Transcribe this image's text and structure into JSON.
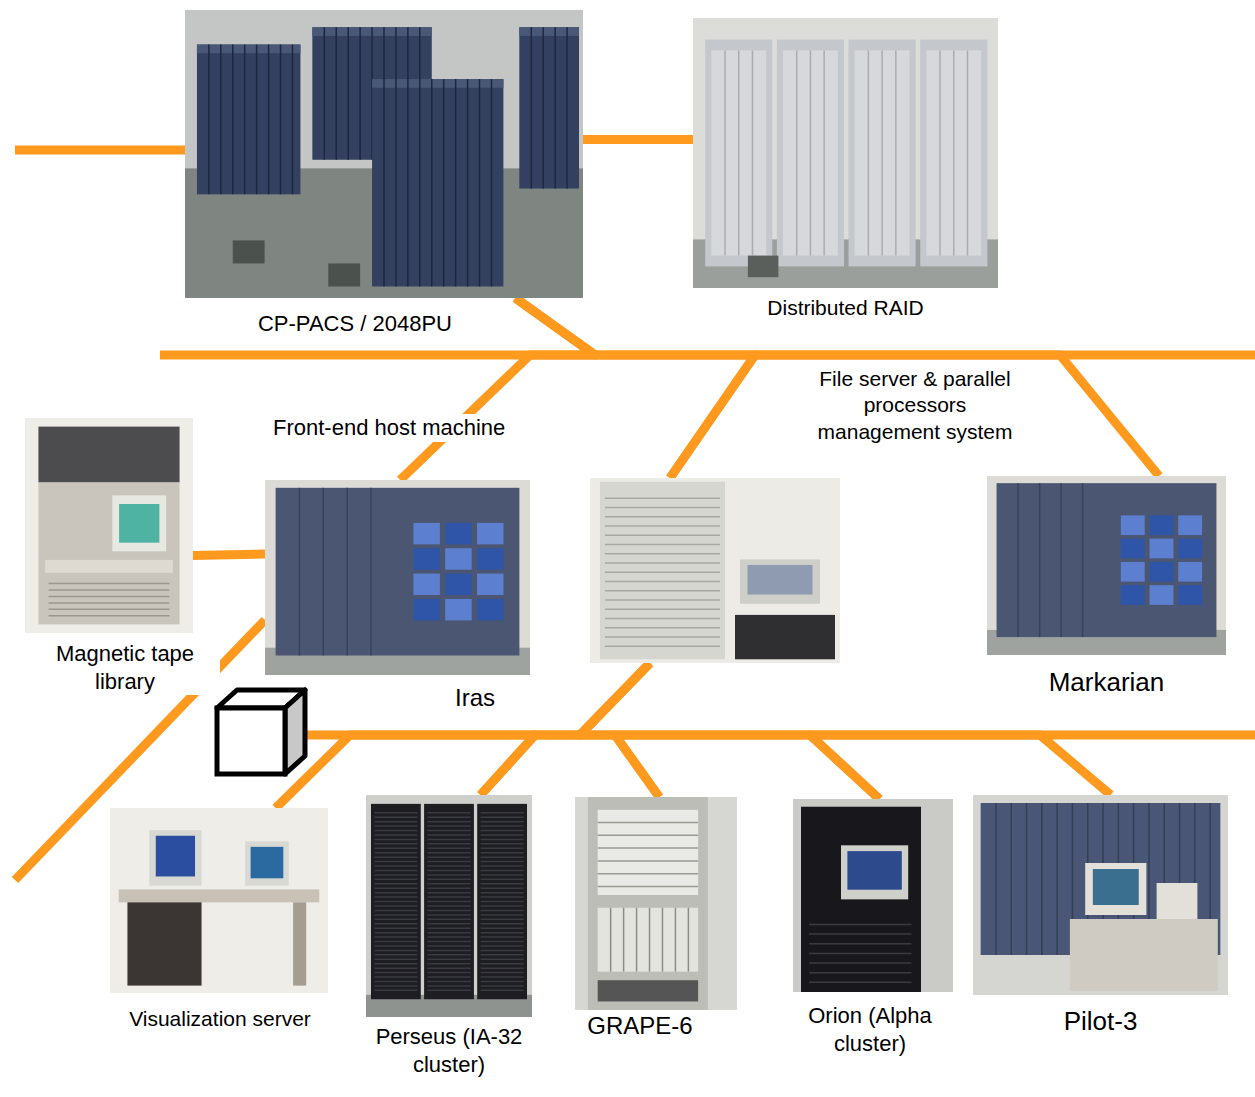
{
  "diagram": {
    "nodes": [
      {
        "text": [
          "CP-PACS / 2048PU"
        ]
      },
      {
        "text": [
          "Distributed RAID"
        ]
      },
      {
        "text": [
          "Magnetic tape library"
        ]
      },
      {
        "text": [
          "Front-end host machine",
          "Iras"
        ]
      },
      {
        "text": [
          "File server & parallel processors management system"
        ]
      },
      {
        "text": [
          "Markarian"
        ]
      },
      {
        "text": [
          "Visualization server"
        ]
      },
      {
        "text": [
          "Perseus (IA-32 cluster)"
        ]
      },
      {
        "text": [
          "GRAPE-6"
        ]
      },
      {
        "text": [
          "Orion (Alpha cluster)"
        ]
      },
      {
        "text": [
          "Pilot-3"
        ]
      }
    ],
    "edges": [
      {
        "from": 0,
        "to": 1,
        "arrow": "none"
      },
      {
        "from": 2,
        "to": 3,
        "arrow": "none"
      },
      {
        "from": 3,
        "to": 0,
        "arrow": "none"
      },
      {
        "from": 0,
        "to": 4,
        "arrow": "none"
      },
      {
        "from": 4,
        "to": 5,
        "arrow": "none"
      },
      {
        "from": 6,
        "to": 7,
        "arrow": "none"
      },
      {
        "from": 7,
        "to": 4,
        "arrow": "none"
      },
      {
        "from": 4,
        "to": 8,
        "arrow": "none"
      },
      {
        "from": 8,
        "to": 9,
        "arrow": "none"
      },
      {
        "from": 9,
        "to": 10,
        "arrow": "none"
      }
    ]
  }
}
